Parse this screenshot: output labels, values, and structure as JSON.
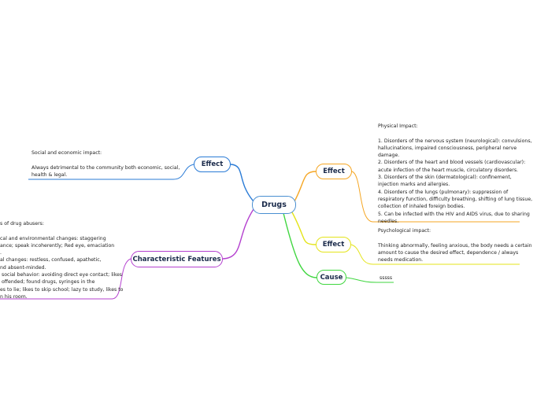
{
  "colors": {
    "central": "#4a8fd1",
    "effect_left": "#2a7bd6",
    "characteristic": "#b440cf",
    "effect_physical": "#f5a623",
    "effect_psych": "#e4e41a",
    "cause": "#3fd63f"
  },
  "central": {
    "label": "Drugs"
  },
  "topics": {
    "effect_social": {
      "label": "Effect",
      "note": "Social and economic impact:\n\nAlways detrimental to the community both economic, social,\nhealth & legal."
    },
    "characteristic": {
      "label": "Characteristic Features",
      "note": "s of drug abusers:\n\ncal and environmental changes: staggering\nance; speak incoherently; Red eye, emaciation\n.\nal changes: restless, confused, apathetic,\nnd absent-minded.\n social behavior: avoiding direct eye contact; likes\n offended; found drugs, syringes in the\nes to lie; likes to skip school; lazy to study, likes to\nn his room."
    },
    "effect_physical": {
      "label": "Effect",
      "note": "Physical Impact:\n\n1. Disorders of the nervous system (neurological): convulsions,\nhallucinations, impaired consciousness, peripheral nerve\ndamage.\n2. Disorders of the heart and blood vessels (cardiovascular):\nacute infection of the heart muscle, circulatory disorders.\n3. Disorders of the skin (dermatological): confinement,\ninjection marks and allergies.\n4. Disorders of the lungs (pulmonary): suppression of\nrespiratory function, difficulty breathing, shifting of lung tissue,\ncollection of inhaled foreign bodies.\n5. Can be infected with the HIV and AIDS virus, due to sharing\nneedles."
    },
    "effect_psych": {
      "label": "Effect",
      "note": "Psychological impact:\n\nThinking abnormally, feeling anxious, the body needs a certain\namount to cause the desired effect, dependence / always\nneeds medication."
    },
    "cause": {
      "label": "Cause",
      "note": "sssss"
    }
  }
}
